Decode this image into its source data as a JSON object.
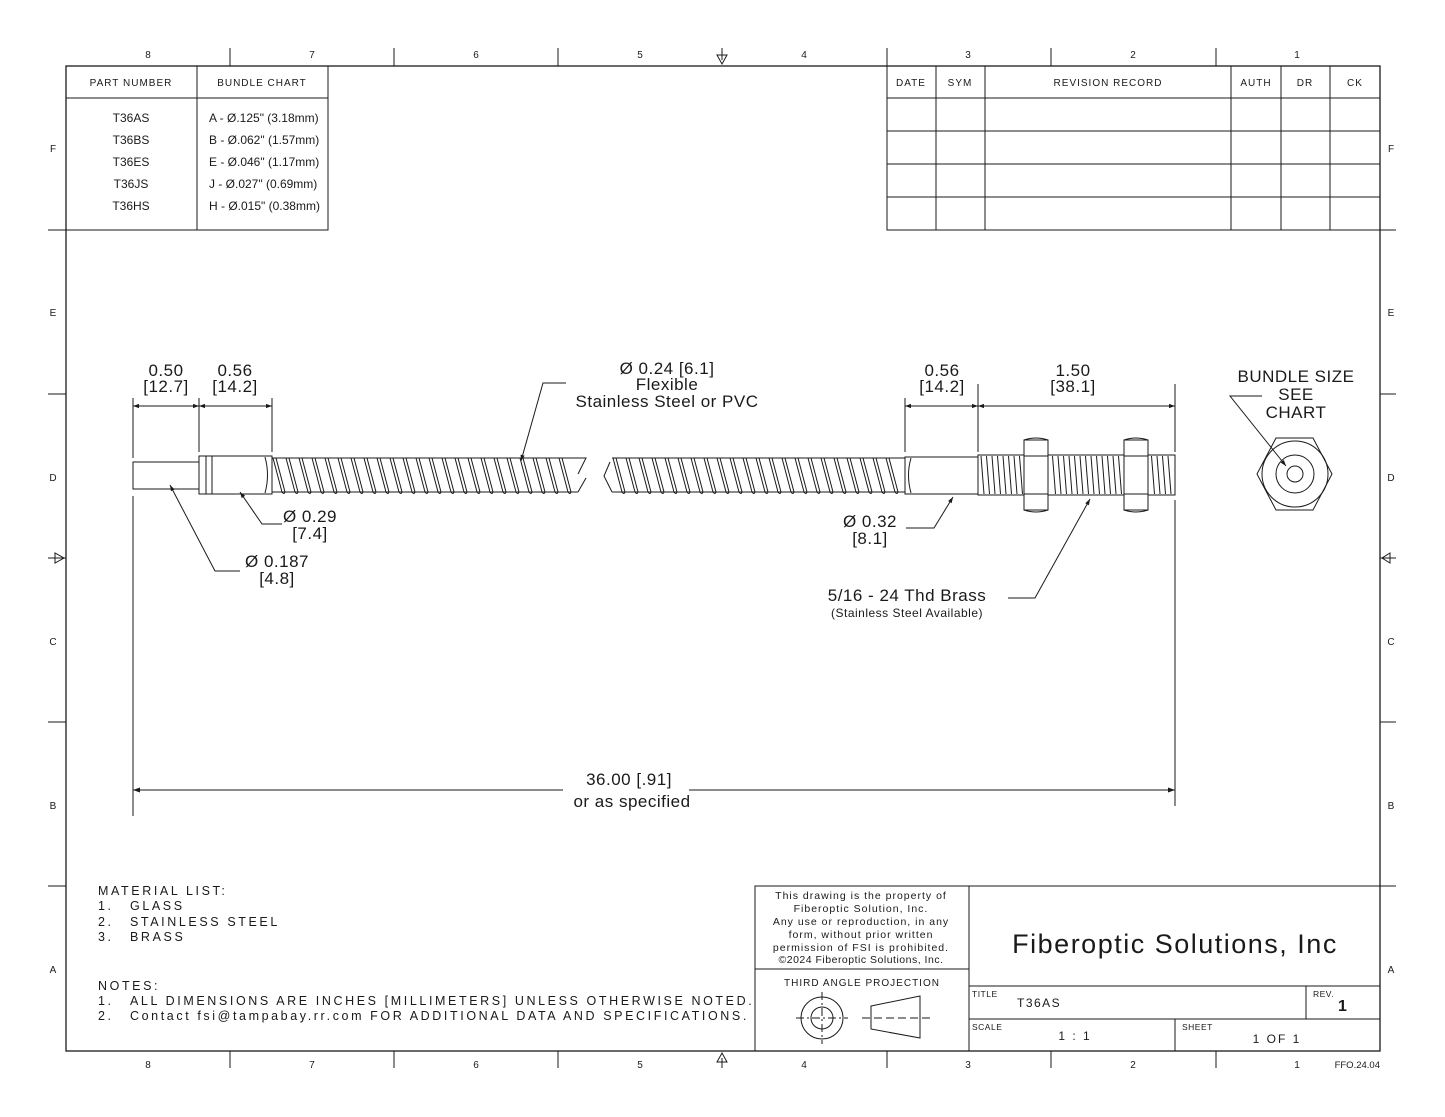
{
  "zones": {
    "columns": [
      "8",
      "7",
      "6",
      "5",
      "4",
      "3",
      "2",
      "1"
    ],
    "rows": [
      "F",
      "E",
      "D",
      "C",
      "B",
      "A"
    ]
  },
  "bundle_table": {
    "headers": [
      "PART NUMBER",
      "BUNDLE CHART"
    ],
    "rows": [
      {
        "part": "T36AS",
        "bundle": "A - Ø.125\" (3.18mm)"
      },
      {
        "part": "T36BS",
        "bundle": "B - Ø.062\" (1.57mm)"
      },
      {
        "part": "T36ES",
        "bundle": "E - Ø.046\" (1.17mm)"
      },
      {
        "part": "T36JS",
        "bundle": "J  - Ø.027\" (0.69mm)"
      },
      {
        "part": "T36HS",
        "bundle": "H - Ø.015\" (0.38mm)"
      }
    ]
  },
  "revision_table": {
    "headers": [
      "DATE",
      "SYM",
      "REVISION RECORD",
      "AUTH",
      "DR",
      "CK"
    ]
  },
  "dimensions": {
    "d1_in": "0.50",
    "d1_mm": "[12.7]",
    "d2_in": "0.56",
    "d2_mm": "[14.2]",
    "sheath_1": "Ø 0.24 [6.1]",
    "sheath_2": "Flexible",
    "sheath_3": "Stainless Steel or PVC",
    "d3_in": "0.56",
    "d3_mm": "[14.2]",
    "d4_in": "1.50",
    "d4_mm": "[38.1]",
    "bundle_1": "BUNDLE SIZE",
    "bundle_2": "SEE",
    "bundle_3": "CHART",
    "dia029_in": "Ø 0.29",
    "dia029_mm": "[7.4]",
    "dia0187_in": "Ø 0.187",
    "dia0187_mm": "[4.8]",
    "dia032_in": "Ø 0.32",
    "dia032_mm": "[8.1]",
    "thread_1": "5/16 - 24 Thd Brass",
    "thread_2": "(Stainless Steel Available)",
    "length_1": "36.00 [.91]",
    "length_2": "or as specified"
  },
  "materials": {
    "heading": "MATERIAL LIST:",
    "items": [
      {
        "num": "1.",
        "text": "GLASS"
      },
      {
        "num": "2.",
        "text": "STAINLESS STEEL"
      },
      {
        "num": "3.",
        "text": "BRASS"
      }
    ]
  },
  "notes": {
    "heading": "NOTES:",
    "items": [
      {
        "num": "1.",
        "text": "ALL DIMENSIONS ARE INCHES [MILLIMETERS] UNLESS OTHERWISE NOTED."
      },
      {
        "num": "2.",
        "text": "Contact fsi@tampabay.rr.com FOR ADDITIONAL DATA AND SPECIFICATIONS."
      }
    ]
  },
  "title_block": {
    "property_lines": [
      "This drawing is the property of",
      "Fiberoptic Solution, Inc.",
      "Any use or reproduction, in any",
      "form, without prior written",
      "permission of FSI is prohibited.",
      "©2024 Fiberoptic Solutions, Inc."
    ],
    "projection_label": "THIRD ANGLE PROJECTION",
    "company": "Fiberoptic Solutions, Inc",
    "title_label": "TITLE",
    "title_value": "T36AS",
    "rev_label": "REV.",
    "rev_value": "1",
    "scale_label": "SCALE",
    "scale_value": "1 : 1",
    "sheet_label": "SHEET",
    "sheet_value": "1  OF 1",
    "doc_code": "FFO.24.04"
  }
}
